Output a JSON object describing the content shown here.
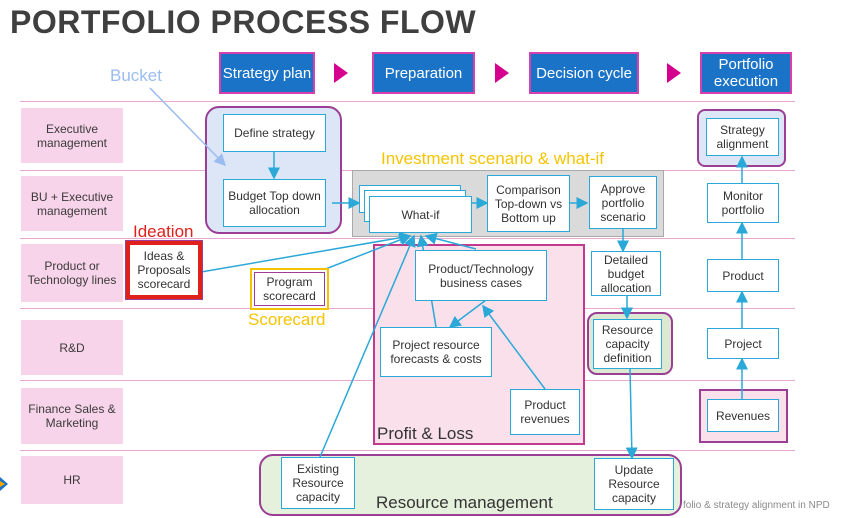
{
  "title": "PORTFOLIO PROCESS FLOW",
  "phases": [
    "Strategy plan",
    "Preparation",
    "Decision cycle",
    "Portfolio execution"
  ],
  "rows": [
    "Executive management",
    "BU + Executive management",
    "Product or Technology lines",
    "R&D",
    "Finance Sales & Marketing",
    "HR"
  ],
  "labels": {
    "bucket": "Bucket",
    "investment": "Investment scenario & what-if",
    "ideation": "Ideation",
    "scorecard": "Scorecard",
    "profit_loss": "Profit & Loss",
    "resource_mgmt": "Resource management",
    "footer": "folio & strategy alignment in NPD"
  },
  "boxes": {
    "define_strategy": "Define strategy",
    "budget_top_down": "Budget Top down allocation",
    "what_if": "What-if",
    "comparison": "Comparison Top-down vs Bottom up",
    "approve": "Approve portfolio scenario",
    "ideas": "Ideas & Proposals scorecard",
    "program": "Program scorecard",
    "product_business": "Product/Technology business cases",
    "detailed_budget": "Detailed budget allocation",
    "project_resource": "Project resource forecasts & costs",
    "resource_capacity_def": "Resource capacity definition",
    "product_revenues": "Product revenues",
    "existing_resource": "Existing Resource capacity",
    "update_resource": "Update Resource capacity",
    "strategy_alignment": "Strategy alignment",
    "monitor_portfolio": "Monitor portfolio",
    "product": "Product",
    "project": "Project",
    "revenues": "Revenues"
  },
  "colors": {
    "phase_fill": "#1a73c6",
    "phase_border": "#d63fb0",
    "row_fill": "#f8d4ea",
    "connector": "#2aa8d8",
    "ideation": "#e0201b",
    "scorecard": "#f5c400"
  }
}
